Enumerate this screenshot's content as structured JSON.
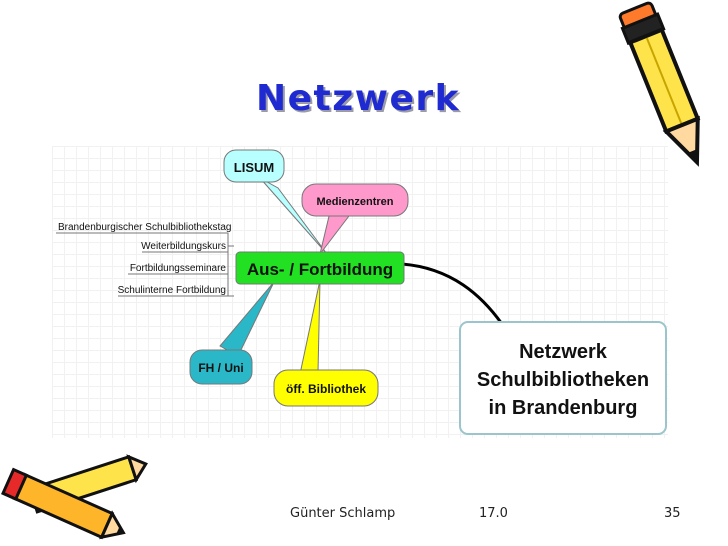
{
  "slide": {
    "title": "Netzwerk",
    "footer": {
      "author": "Günter Schlamp",
      "version": "17.0",
      "page": "35"
    }
  },
  "mindmap": {
    "center": "Aus- / Fortbildung",
    "root_lines": [
      "Netzwerk",
      "Schulbibliotheken",
      "in Brandenburg"
    ],
    "callouts": {
      "lisum": "LISUM",
      "medienzentren": "Medienzentren",
      "fh_uni": "FH / Uni",
      "bibliothek": "öff. Bibliothek"
    },
    "branches": [
      "Brandenburgischer Schulbibliothekstag",
      "Weiterbildungskurs",
      "Fortbildungsseminare",
      "Schulinterne Fortbildung"
    ],
    "colors": {
      "center": "#22e022",
      "lisum": "#b8ffff",
      "medienzentren": "#ff99cc",
      "fh_uni": "#2ab8c8",
      "bibliothek": "#ffff00",
      "title": "#1f2bd0"
    }
  }
}
